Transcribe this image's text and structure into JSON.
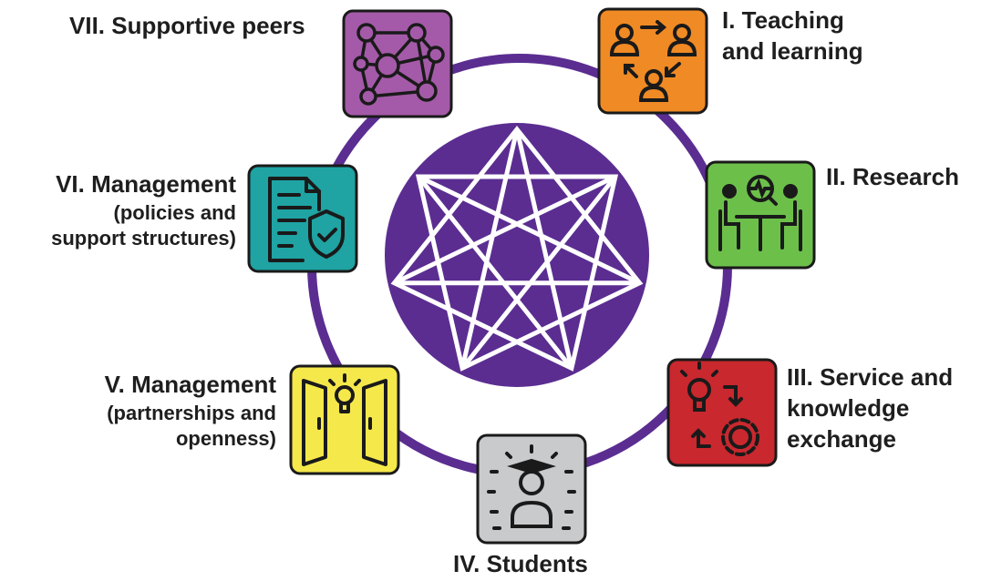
{
  "colors": {
    "ring": "#5b2d91",
    "star_disc": "#5b2d91",
    "teaching": "#f08a24",
    "research": "#6cc04a",
    "service": "#c8282e",
    "students": "#c9cacc",
    "partnerships": "#f5e84a",
    "policies": "#1fa3a3",
    "peers": "#a45aa8"
  },
  "dimensions": {
    "teaching": {
      "name": "I. Teaching",
      "name2": "and learning",
      "icon": "people-exchange-icon"
    },
    "research": {
      "name": "II. Research",
      "icon": "research-meeting-icon"
    },
    "service": {
      "name": "III. Service and",
      "name2": "knowledge",
      "name3": "exchange",
      "icon": "idea-gear-icon"
    },
    "students": {
      "name": "IV. Students",
      "icon": "graduate-icon"
    },
    "partnerships": {
      "name": "V. Management",
      "name2": "(partnerships and",
      "name3": "openness)",
      "icon": "open-door-idea-icon"
    },
    "policies": {
      "name": "VI. Management",
      "name2": "(policies and",
      "name3": "support structures)",
      "icon": "policy-shield-icon"
    },
    "peers": {
      "name": "VII. Supportive peers",
      "icon": "network-people-icon"
    }
  }
}
